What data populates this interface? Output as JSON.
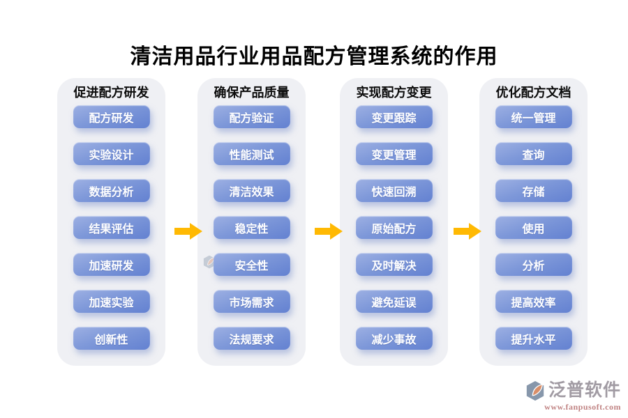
{
  "title": "清洁用品行业用品配方管理系统的作用",
  "columns": [
    {
      "header": "促进配方研发",
      "items": [
        "配方研发",
        "实验设计",
        "数据分析",
        "结果评估",
        "加速研发",
        "加速实验",
        "创新性"
      ]
    },
    {
      "header": "确保产品质量",
      "items": [
        "配方验证",
        "性能测试",
        "清洁效果",
        "稳定性",
        "安全性",
        "市场需求",
        "法规要求"
      ]
    },
    {
      "header": "实现配方变更",
      "items": [
        "变更跟踪",
        "变更管理",
        "快速回溯",
        "原始配方",
        "及时解决",
        "避免延误",
        "减少事故"
      ]
    },
    {
      "header": "优化配方文档",
      "items": [
        "统一管理",
        "查询",
        "存储",
        "使用",
        "分析",
        "提高效率",
        "提升水平"
      ]
    }
  ],
  "watermark": {
    "label": "泛普软件"
  },
  "footer": {
    "brand": "泛普软件",
    "url": "www.fanpusoft.com"
  },
  "colors": {
    "panel_bg": "#eff0f4",
    "button_gradient_top": "#9db0e3",
    "button_gradient_bottom": "#6381d1",
    "arrow": "#ffb903",
    "brand_text": "#a19ba3",
    "brand_url": "#c08383",
    "logo_gray": "#8797ab",
    "logo_orange": "#d98e68"
  }
}
